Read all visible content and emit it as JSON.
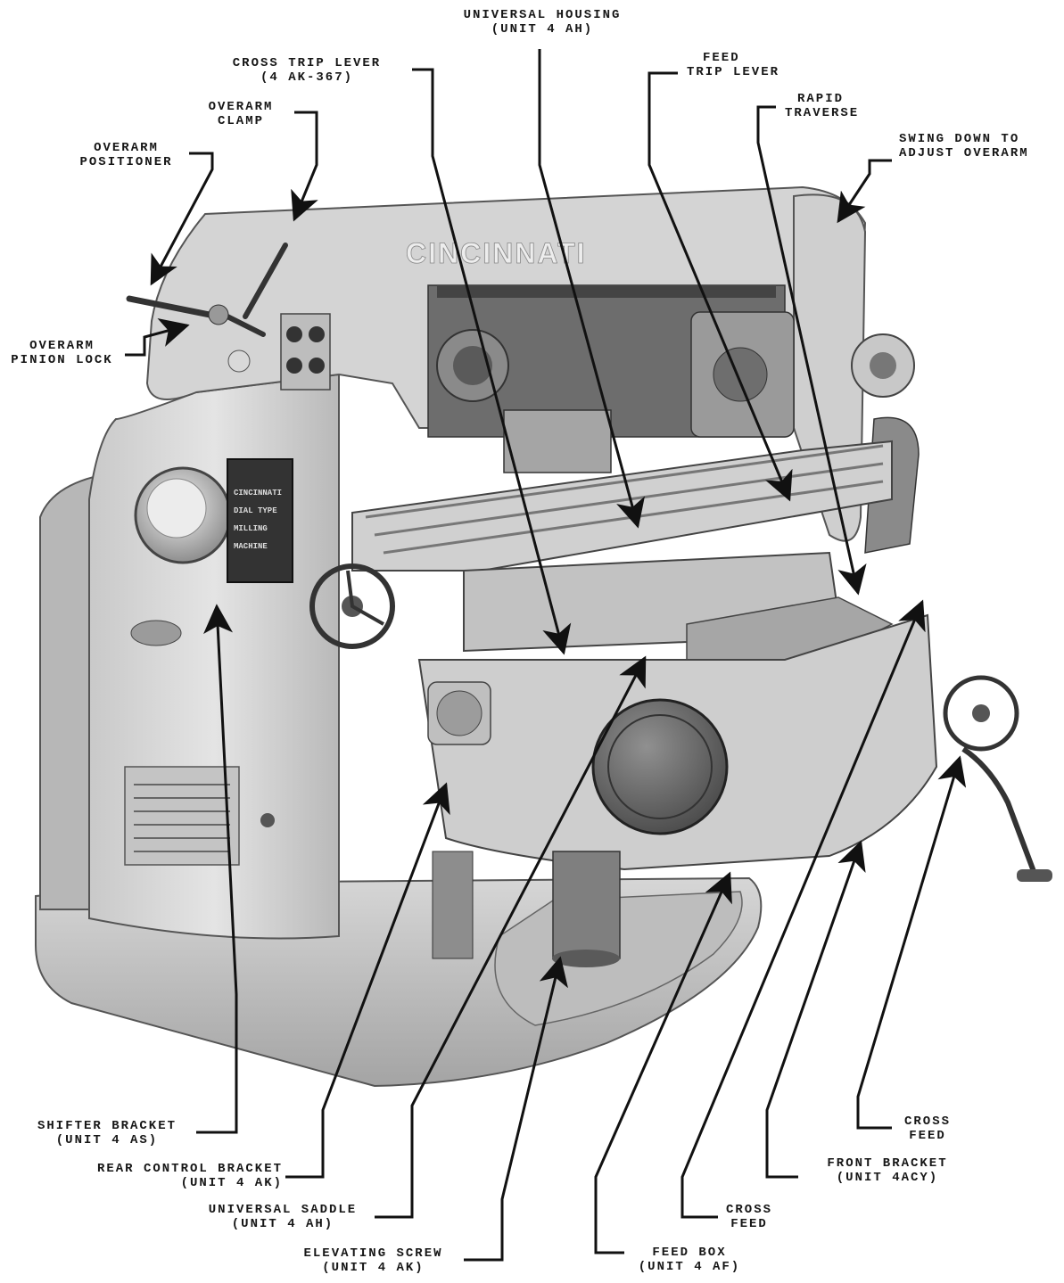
{
  "brand": {
    "nameplate": "CINCINNATI",
    "plate_lines": [
      "CINCINNATI",
      "DIAL TYPE",
      "MILLING",
      "MACHINE"
    ]
  },
  "labels": {
    "universal_housing": {
      "line1": "UNIVERSAL HOUSING",
      "line2": "(UNIT 4 AH)"
    },
    "cross_trip_lever": {
      "line1": "CROSS TRIP LEVER",
      "line2": "(4 AK-367)"
    },
    "feed_trip_lever": {
      "line1": "FEED",
      "line2": "TRIP LEVER"
    },
    "overarm_clamp": {
      "line1": "OVERARM",
      "line2": "CLAMP"
    },
    "rapid_traverse": {
      "line1": "RAPID",
      "line2": "TRAVERSE"
    },
    "overarm_positioner": {
      "line1": "OVERARM",
      "line2": "POSITIONER"
    },
    "swing_down": {
      "line1": "SWING DOWN TO",
      "line2": "ADJUST OVERARM"
    },
    "overarm_pinion_lock": {
      "line1": "OVERARM",
      "line2": "PINION LOCK"
    },
    "shifter_bracket": {
      "line1": "SHIFTER BRACKET",
      "line2": "(UNIT 4 AS)"
    },
    "rear_control_bracket": {
      "line1": "REAR CONTROL BRACKET",
      "line2": "(UNIT 4 AK)"
    },
    "universal_saddle": {
      "line1": "UNIVERSAL SADDLE",
      "line2": "(UNIT 4 AH)"
    },
    "elevating_screw": {
      "line1": "ELEVATING SCREW",
      "line2": "(UNIT 4 AK)"
    },
    "feed_box": {
      "line1": "FEED BOX",
      "line2": "(UNIT 4 AF)"
    },
    "cross_feed_lower": {
      "line1": "CROSS",
      "line2": "FEED"
    },
    "front_bracket": {
      "line1": "FRONT BRACKET",
      "line2": "(UNIT 4ACY)"
    },
    "cross_feed_right": {
      "line1": "CROSS",
      "line2": "FEED"
    }
  }
}
